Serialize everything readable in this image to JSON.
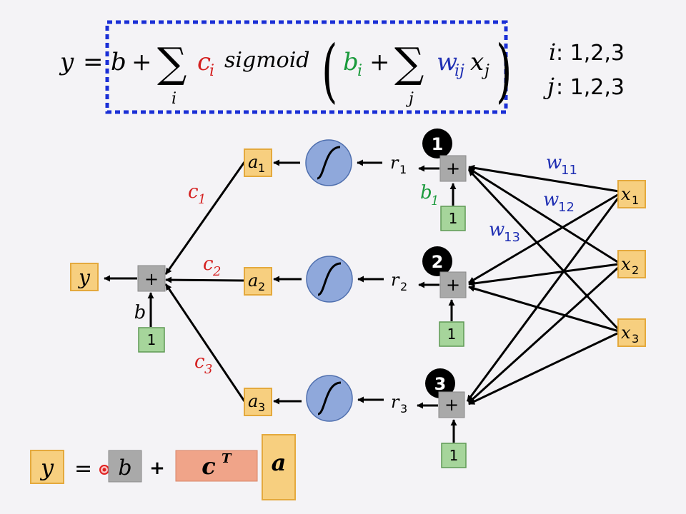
{
  "colors": {
    "background": "#f4f3f6",
    "node_fill": "#f7cf7f",
    "node_stroke": "#e4a93d",
    "plus_fill": "#a9a9a9",
    "one_fill": "#a6d59b",
    "one_stroke": "#5f9a55",
    "sigmoid_fill": "#8fa8db",
    "sigmoid_stroke": "#4f6fae",
    "red": "#d42020",
    "green": "#1a9a3c",
    "blue": "#1f2fb3",
    "dash_box": "#1a2fd6",
    "badge": "#000000",
    "c_vector": "#f0a489"
  },
  "formula": {
    "y": "y",
    "eq": "=",
    "b": "b",
    "plus1": "+",
    "sum1": "∑",
    "sub_i": "i",
    "c": "c",
    "c_sub": "i",
    "sigmoid": "sigmoid",
    "lparen": "(",
    "b2": "b",
    "b2_sub": "i",
    "plus2": "+",
    "sum2": "∑",
    "sub_j": "j",
    "w": "w",
    "w_sub": "ij",
    "x": "x",
    "x_sub": "j",
    "rparen": ")"
  },
  "ranges": {
    "i_label": "i",
    "i_values": ": 1,2,3",
    "j_label": "j",
    "j_values": ": 1,2,3"
  },
  "network": {
    "output": "y",
    "plus": "+",
    "bias": "b",
    "one": "1",
    "activations": [
      {
        "base": "a",
        "sub": "1"
      },
      {
        "base": "a",
        "sub": "2"
      },
      {
        "base": "a",
        "sub": "3"
      }
    ],
    "c_weights": [
      {
        "base": "c",
        "sub": "1"
      },
      {
        "base": "c",
        "sub": "2"
      },
      {
        "base": "c",
        "sub": "3"
      }
    ],
    "r_values": [
      {
        "base": "r",
        "sub": "1"
      },
      {
        "base": "r",
        "sub": "2"
      },
      {
        "base": "r",
        "sub": "3"
      }
    ],
    "badges": [
      "1",
      "2",
      "3"
    ],
    "inputs": [
      {
        "base": "x",
        "sub": "1"
      },
      {
        "base": "x",
        "sub": "2"
      },
      {
        "base": "x",
        "sub": "3"
      }
    ],
    "b1": {
      "base": "b",
      "sub": "1"
    },
    "weights": [
      {
        "base": "w",
        "sub": "11"
      },
      {
        "base": "w",
        "sub": "12"
      },
      {
        "base": "w",
        "sub": "13"
      }
    ]
  },
  "vector_eq": {
    "y": "y",
    "eq": "=",
    "b": "b",
    "plus": "+",
    "c": "c",
    "c_sup": "T",
    "a": "a"
  }
}
